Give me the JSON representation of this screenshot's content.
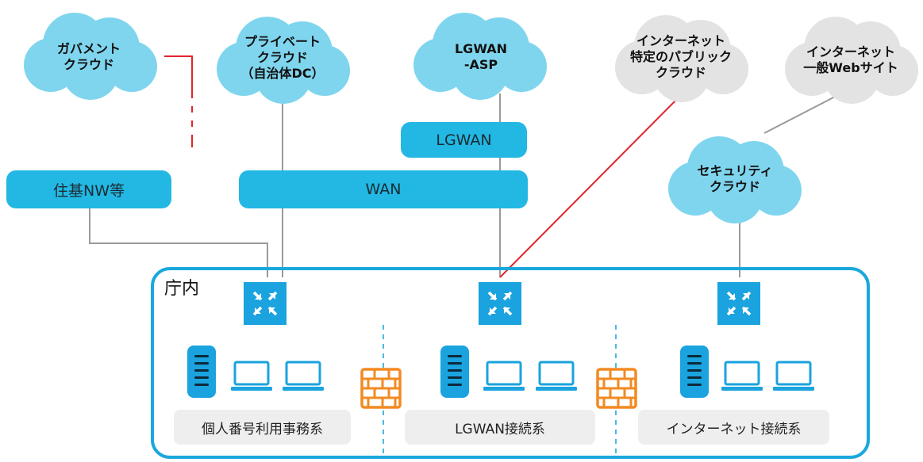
{
  "clouds": [
    {
      "id": "government",
      "lines": [
        "ガバメント",
        "クラウド"
      ],
      "color": "#7fd5ee"
    },
    {
      "id": "private",
      "lines": [
        "プライベート",
        "クラウド",
        "（自治体DC）"
      ],
      "color": "#7fd5ee"
    },
    {
      "id": "lgwan-asp",
      "lines": [
        "LGWAN",
        "-ASP"
      ],
      "color": "#7fd5ee"
    },
    {
      "id": "internet-public",
      "lines": [
        "インターネット",
        "特定のパブリック",
        "クラウド"
      ],
      "color": "#e3e3e3"
    },
    {
      "id": "internet-general",
      "lines": [
        "インターネット",
        "一般Webサイト"
      ],
      "color": "#e3e3e3"
    },
    {
      "id": "security",
      "lines": [
        "セキュリティ",
        "クラウド"
      ],
      "color": "#7fd5ee"
    }
  ],
  "networks": {
    "juki": "住基NW等",
    "wan": "WAN",
    "lgwan": "LGWAN"
  },
  "office": {
    "title": "庁内",
    "segments": [
      "個人番号利用事務系",
      "LGWAN接続系",
      "インターネット接続系"
    ]
  },
  "colors": {
    "accent": "#1aa3de",
    "pill": "#22b8e3",
    "cloud_blue": "#7fd5ee",
    "cloud_gray": "#e3e3e3",
    "red_line": "#e0242b",
    "firewall": "#f28a22"
  }
}
